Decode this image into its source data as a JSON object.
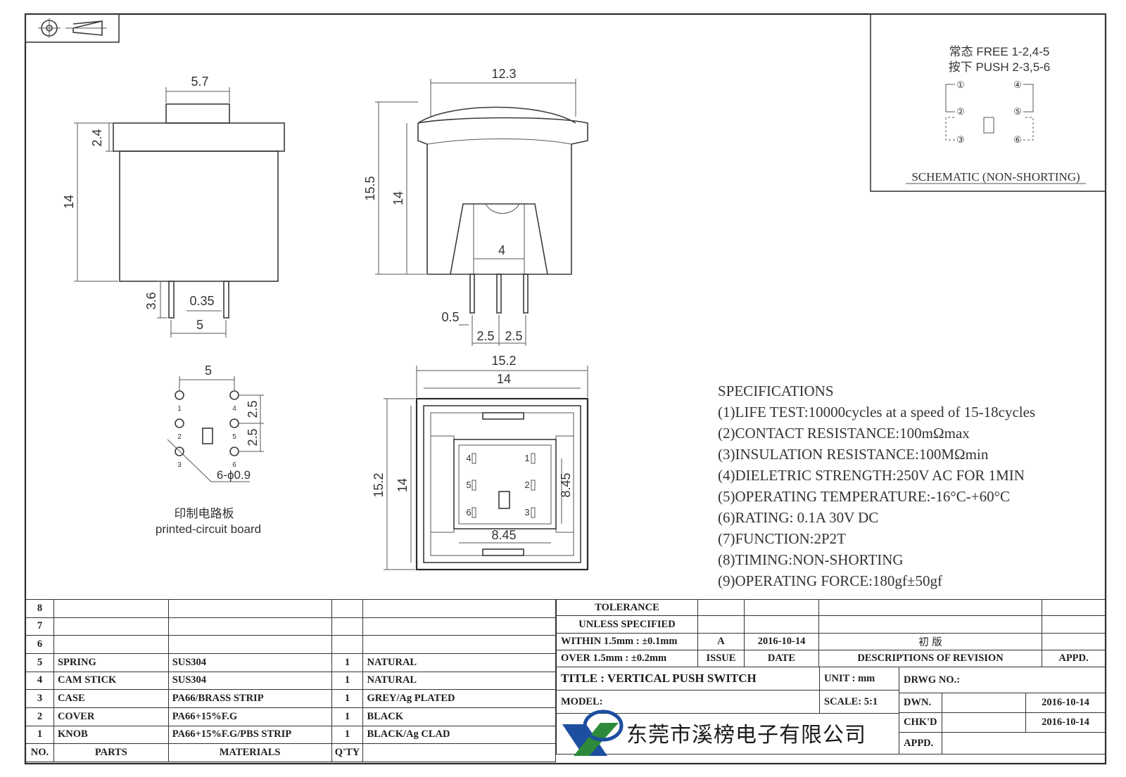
{
  "schematic": {
    "line1": "常态 FREE 1-2,4-5",
    "line2": "按下 PUSH 2-3,5-6",
    "pins": [
      "①",
      "②",
      "③",
      "④",
      "⑤",
      "⑥"
    ],
    "caption": "SCHEMATIC (NON-SHORTING)"
  },
  "side_view": {
    "dims": {
      "top_width": "5.7",
      "cap_height": "2.4",
      "body_height": "14",
      "pin_length": "3.6",
      "pin_width": "0.35",
      "pin_pitch": "5"
    }
  },
  "front_view": {
    "dims": {
      "width": "12.3",
      "total_height": "15.5",
      "body_height": "14",
      "pin_span": "4",
      "pin_width": "0.5",
      "pitch_a": "2.5",
      "pitch_b": "2.5"
    }
  },
  "bottom_view": {
    "dims": {
      "outer_w": "15.2",
      "inner_w": "14",
      "outer_h": "15.2",
      "inner_h": "14",
      "pad_h": "8.45",
      "pad_w": "8.45"
    },
    "pins": [
      "4",
      "1",
      "5",
      "2",
      "6",
      "3"
    ]
  },
  "pcb": {
    "pitch_x": "5",
    "pitch_y1": "2.5",
    "pitch_y2": "2.5",
    "hole": "6-ϕ0.9",
    "pins": [
      "1",
      "2",
      "3",
      "4",
      "5",
      "6"
    ],
    "label_cn": "印制电路板",
    "label_en": "printed-circuit board"
  },
  "specifications": {
    "title": "SPECIFICATIONS",
    "items": [
      "(1)LIFE TEST:10000cycles at a speed of 15-18cycles",
      "(2)CONTACT RESISTANCE:100mΩmax",
      "(3)INSULATION RESISTANCE:100MΩmin",
      "(4)DIELETRIC STRENGTH:250V AC FOR 1MIN",
      "(5)OPERATING TEMPERATURE:-16°C-+60°C",
      "(6)RATING: 0.1A 30V DC",
      "(7)FUNCTION:2P2T",
      "(8)TIMING:NON-SHORTING",
      "(9)OPERATING FORCE:180gf±50gf"
    ]
  },
  "bom": {
    "rows": [
      {
        "no": "8",
        "part": "",
        "material": "",
        "qty": "",
        "finish": ""
      },
      {
        "no": "7",
        "part": "",
        "material": "",
        "qty": "",
        "finish": ""
      },
      {
        "no": "6",
        "part": "",
        "material": "",
        "qty": "",
        "finish": ""
      },
      {
        "no": "5",
        "part": "SPRING",
        "material": "SUS304",
        "qty": "1",
        "finish": "NATURAL"
      },
      {
        "no": "4",
        "part": "CAM STICK",
        "material": "SUS304",
        "qty": "1",
        "finish": "NATURAL"
      },
      {
        "no": "3",
        "part": "CASE",
        "material": "PA66/BRASS STRIP",
        "qty": "1",
        "finish": "GREY/Ag PLATED"
      },
      {
        "no": "2",
        "part": "COVER",
        "material": "PA66+15%F.G",
        "qty": "1",
        "finish": "BLACK"
      },
      {
        "no": "1",
        "part": "KNOB",
        "material": "PA66+15%F.G/PBS STRIP",
        "qty": "1",
        "finish": "BLACK/Ag CLAD"
      }
    ],
    "header": {
      "no": "NO.",
      "part": "PARTS",
      "material": "MATERIALS",
      "qty": "Q'TY"
    }
  },
  "tolerance": {
    "title1": "TOLERANCE",
    "title2": "UNLESS  SPECIFIED",
    "within": "WITHIN 1.5mm : ±0.1mm",
    "over": "OVER 1.5mm : ±0.2mm"
  },
  "revision": {
    "issue": "A",
    "date": "2016-10-14",
    "description": "初   版",
    "headers": {
      "issue": "ISSUE",
      "date": "DATE",
      "desc": "DESCRIPTIONS OF REVISION",
      "appd": "APPD."
    }
  },
  "title_block": {
    "title": "TITLE :  VERTICAL PUSH SWITCH",
    "unit": "UNIT :  mm",
    "drwg": "DRWG NO.:",
    "model": "MODEL:",
    "scale": "SCALE:  5:1",
    "dwn_label": "DWN.",
    "dwn_date": "2016-10-14",
    "chkd_label": "CHK'D",
    "chkd_date": "2016-10-14",
    "appd_label": "APPD.",
    "company": "东莞市溪榜电子有限公司"
  }
}
